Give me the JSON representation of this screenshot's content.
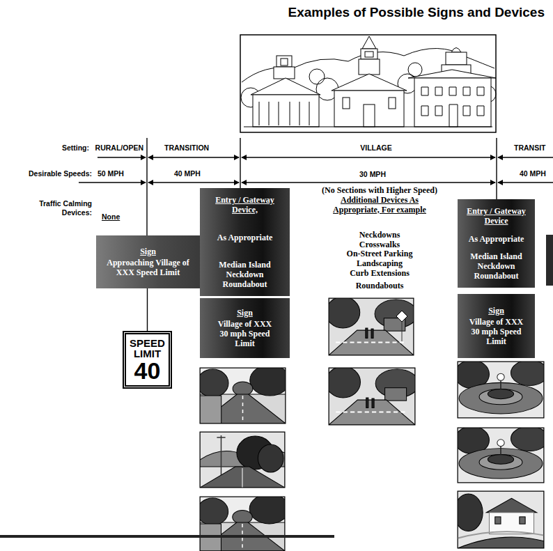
{
  "diagram": {
    "title": "Examples of Possible Signs and Devices",
    "nodes": [
      {
        "text": [
          "Entry / Gateway Device,",
          "As Appropriate",
          "Median Island Neckdown Roundabout"
        ]
      },
      {
        "text": [
          "Sign",
          "Approaching Village of XXX Speed Limit"
        ]
      },
      {
        "text": [
          "Sign",
          "Village of XXX 30 mph Speed Limit"
        ]
      },
      {
        "text": [
          "SPEED LIMIT",
          "40"
        ]
      },
      {
        "text": [
          "Entry / Gateway Device",
          "As Appropriate",
          "Median Island Neckdown Roundabout"
        ]
      },
      {
        "text": [
          "Sign",
          "Village of XXX 30 mph Speed Limit"
        ]
      }
    ],
    "edges": [
      {
        "from": 1,
        "to": 3,
        "arrow": "none"
      }
    ],
    "labels": [
      "Setting:",
      "RURAL/OPEN",
      "TRANSITION",
      "VILLAGE",
      "TRANSIT",
      "Desirable Speeds:",
      "50 MPH",
      "40 MPH",
      "30 MPH",
      "40 MPH",
      "Traffic Calming Devices:",
      "None",
      "(No Sections with Higher Speed)",
      "Additional Devices As Appropriate, For example",
      "Neckdowns",
      "Crosswalks",
      "On-Street Parking",
      "Landscaping",
      "Curb Extensions",
      "Roundabouts"
    ]
  }
}
